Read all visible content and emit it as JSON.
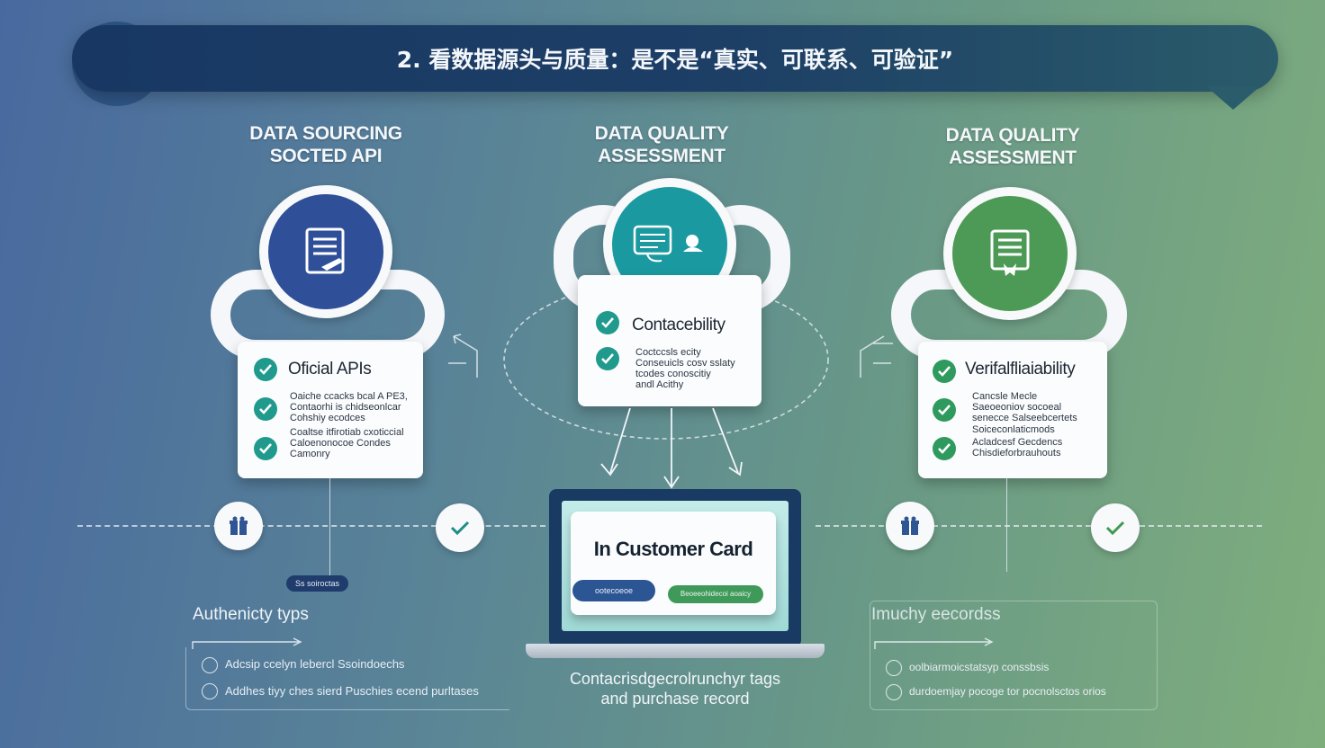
{
  "banner": {
    "title": "2. 看数据源头与质量：是不是“真实、可联系、可验证”"
  },
  "columns": [
    {
      "heading_line1": "DATA SOURCING",
      "heading_line2": "SOCTED API",
      "card_title": "Oficial APIs",
      "card_lines": [
        "Oaiche ccacks bcal A PE3,",
        "Contaorhi is chidseonlcar",
        "Cohshiy ecodces",
        "Coaltse itfirotiab cxoticcial",
        "Caloenonocoe Condes",
        "Camonry"
      ],
      "accent": "#2f4f98"
    },
    {
      "heading_line1": "DATA QUALITY",
      "heading_line2": "ASSESSMENT",
      "card_title": "Contacebility",
      "card_lines": [
        "Coctccsls ecity",
        "Conseuicls cosv sslaty",
        "tcodes conoscitiy",
        "andl Acithy"
      ],
      "accent": "#1a9aa0"
    },
    {
      "heading_line1": "DATA QUALITY",
      "heading_line2": "ASSESSMENT",
      "card_title": "Verifalfliaiability",
      "card_lines": [
        "Cancsle Mecle",
        "Saeoeoniov socoeal",
        "senecce Salseebcertets",
        "Soiceconlaticmods",
        "Acladcesf Gecdencs",
        "Chisdieforbrauhouts"
      ],
      "accent": "#4c9a55"
    }
  ],
  "laptop": {
    "card_title": "In Customer Card",
    "pill_left": "ootecoeoe",
    "pill_right": "Beoeeohidecoi aoaicy",
    "caption_line1": "Contacrisdgecrolrunchyr tags",
    "caption_line2": "and purchase record"
  },
  "left_lower": {
    "tag": "Ss soiroctas",
    "label": "Authenicty typs",
    "lines": [
      "Adcsip ccelyn lebercl Ssoindoechs",
      "Addhes tiyy ches sierd Puschies ecend purltases"
    ]
  },
  "right_lower": {
    "label": "Imuchy eecordss",
    "lines": [
      "oolbiarmoicstatsyp conssbsis",
      "durdoemjay pocoge tor pocnolsctos orios"
    ]
  },
  "colors": {
    "banner": "#183863",
    "teal": "#1f9a8c",
    "green": "#2f9a5e",
    "blue": "#2f4f98"
  }
}
